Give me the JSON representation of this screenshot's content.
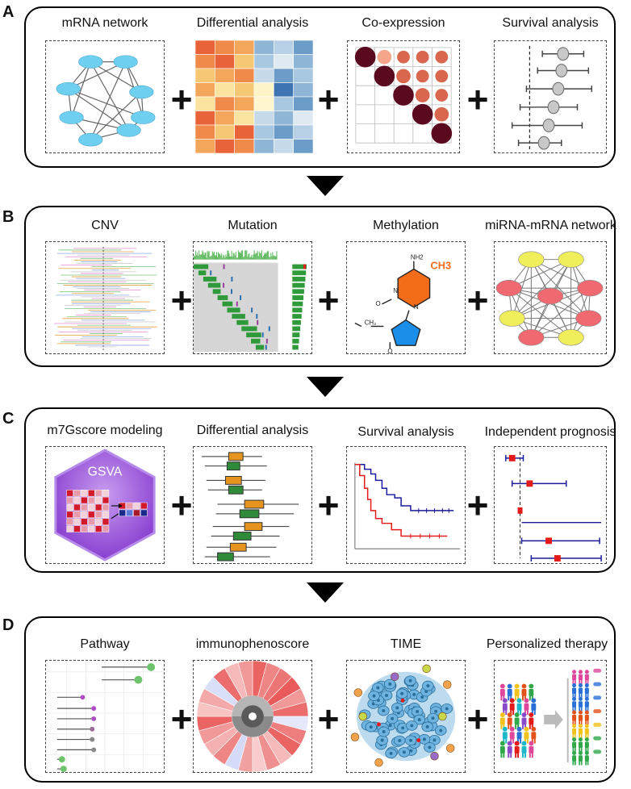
{
  "panels": [
    {
      "letter": "A",
      "titles": [
        "mRNA network",
        "Differential analysis",
        "Co-expression",
        "Survival analysis"
      ]
    },
    {
      "letter": "B",
      "titles": [
        "CNV",
        "Mutation",
        "Methylation",
        "miRNA-mRNA network"
      ],
      "methylation_label": "CH3",
      "methylation_nh2": "NH2"
    },
    {
      "letter": "C",
      "titles": [
        "m7Gscore modeling",
        "Differential analysis",
        "Survival analysis",
        "Independent prognosis"
      ],
      "gsva_label": "GSVA"
    },
    {
      "letter": "D",
      "titles": [
        "Pathway",
        "immunophenoscore",
        "TIME",
        "Personalized therapy"
      ]
    }
  ],
  "plus_sign": "+",
  "colors": {
    "node_blue": "#6ecff0",
    "node_yellow": "#f0ee5a",
    "node_red": "#f06870",
    "forest_red": "#e21a1a",
    "forest_blue": "#1a1a9a",
    "gsva_purple": "#9b4fd6"
  }
}
